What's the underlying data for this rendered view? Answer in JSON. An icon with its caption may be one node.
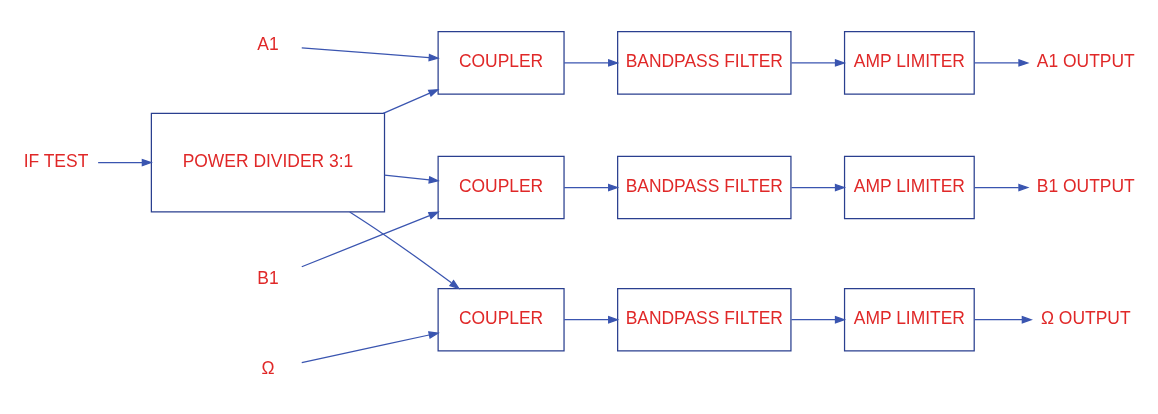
{
  "diagram": {
    "nodes": [
      {
        "text": [
          "IF TEST"
        ]
      },
      {
        "text": [
          "POWER DIVIDER 3:1"
        ]
      },
      {
        "text": [
          "A1"
        ]
      },
      {
        "text": [
          "COUPLER"
        ]
      },
      {
        "text": [
          "BANDPASS FILTER"
        ]
      },
      {
        "text": [
          "AMP LIMITER"
        ]
      },
      {
        "text": [
          "A1 OUTPUT"
        ]
      },
      {
        "text": [
          "B1"
        ]
      },
      {
        "text": [
          "COUPLER"
        ]
      },
      {
        "text": [
          "BANDPASS FILTER"
        ]
      },
      {
        "text": [
          "AMP LIMITER"
        ]
      },
      {
        "text": [
          "B1 OUTPUT"
        ]
      },
      {
        "text": [
          "Ω"
        ]
      },
      {
        "text": [
          "COUPLER"
        ]
      },
      {
        "text": [
          "BANDPASS FILTER"
        ]
      },
      {
        "text": [
          "AMP LIMITER"
        ]
      },
      {
        "text": [
          "Ω OUTPUT"
        ]
      }
    ],
    "edges": [
      {
        "from": 0,
        "to": 1,
        "arrow": "to"
      },
      {
        "from": 1,
        "to": 3,
        "arrow": "to"
      },
      {
        "from": 1,
        "to": 8,
        "arrow": "to"
      },
      {
        "from": 1,
        "to": 13,
        "arrow": "to"
      },
      {
        "from": 2,
        "to": 3,
        "arrow": "to"
      },
      {
        "from": 3,
        "to": 4,
        "arrow": "to"
      },
      {
        "from": 4,
        "to": 5,
        "arrow": "to"
      },
      {
        "from": 5,
        "to": 6,
        "arrow": "to"
      },
      {
        "from": 7,
        "to": 8,
        "arrow": "to"
      },
      {
        "from": 8,
        "to": 9,
        "arrow": "to"
      },
      {
        "from": 9,
        "to": 10,
        "arrow": "to"
      },
      {
        "from": 10,
        "to": 11,
        "arrow": "to"
      },
      {
        "from": 12,
        "to": 13,
        "arrow": "to"
      },
      {
        "from": 13,
        "to": 14,
        "arrow": "to"
      },
      {
        "from": 14,
        "to": 15,
        "arrow": "to"
      },
      {
        "from": 15,
        "to": 16,
        "arrow": "to"
      }
    ]
  }
}
